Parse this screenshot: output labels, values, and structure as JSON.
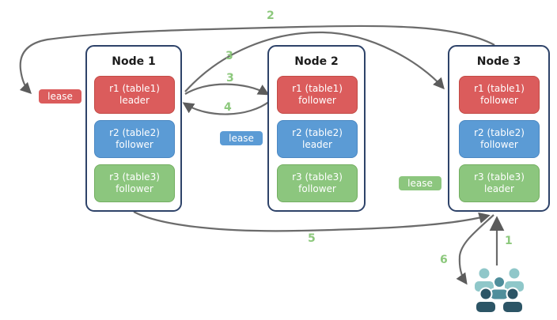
{
  "diagram": {
    "nodes": [
      {
        "title": "Node 1",
        "replicas": [
          {
            "range": "r1 (table1)",
            "role": "leader",
            "color": "red"
          },
          {
            "range": "r2 (table2)",
            "role": "follower",
            "color": "blue"
          },
          {
            "range": "r3 (table3)",
            "role": "follower",
            "color": "green"
          }
        ]
      },
      {
        "title": "Node 2",
        "replicas": [
          {
            "range": "r1 (table1)",
            "role": "follower",
            "color": "red"
          },
          {
            "range": "r2 (table2)",
            "role": "leader",
            "color": "blue"
          },
          {
            "range": "r3 (table3)",
            "role": "follower",
            "color": "green"
          }
        ]
      },
      {
        "title": "Node 3",
        "replicas": [
          {
            "range": "r1 (table1)",
            "role": "follower",
            "color": "red"
          },
          {
            "range": "r2 (table2)",
            "role": "follower",
            "color": "blue"
          },
          {
            "range": "r3 (table3)",
            "role": "leader",
            "color": "green"
          }
        ]
      }
    ],
    "leases": {
      "red": {
        "label": "lease"
      },
      "blue": {
        "label": "lease"
      },
      "green": {
        "label": "lease"
      }
    },
    "steps": {
      "s1": "1",
      "s2": "2",
      "s3a": "3",
      "s3b": "3",
      "s4": "4",
      "s5": "5",
      "s6": "6"
    },
    "icons": {
      "clients": "users-group-icon"
    },
    "colors": {
      "red_fill": "#DB5C5C",
      "red_border": "#C24B45",
      "blue_fill": "#5B9BD5",
      "blue_border": "#4C88C2",
      "green_fill": "#8CC67E",
      "green_border": "#73AE61",
      "node_border": "#2E4369",
      "arrow": "#6B6B6B",
      "step_label": "#8CC87C",
      "users_light": "#8FC7C9",
      "users_medium": "#4F8E9B",
      "users_dark": "#2C5566"
    }
  }
}
